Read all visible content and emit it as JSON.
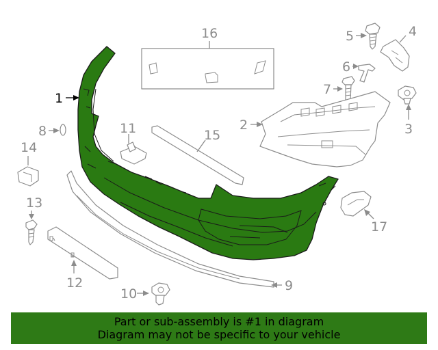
{
  "diagram": {
    "callouts": [
      {
        "id": "1",
        "label": "1",
        "highlighted": true
      },
      {
        "id": "2",
        "label": "2"
      },
      {
        "id": "3",
        "label": "3"
      },
      {
        "id": "4",
        "label": "4"
      },
      {
        "id": "5",
        "label": "5"
      },
      {
        "id": "6",
        "label": "6"
      },
      {
        "id": "7",
        "label": "7"
      },
      {
        "id": "8",
        "label": "8"
      },
      {
        "id": "9",
        "label": "9"
      },
      {
        "id": "10",
        "label": "10"
      },
      {
        "id": "11",
        "label": "11"
      },
      {
        "id": "12",
        "label": "12"
      },
      {
        "id": "13",
        "label": "13"
      },
      {
        "id": "14",
        "label": "14"
      },
      {
        "id": "15",
        "label": "15"
      },
      {
        "id": "16",
        "label": "16"
      },
      {
        "id": "17",
        "label": "17"
      }
    ],
    "highlight_color": "#2e7a16",
    "line_color": "#8c8c8c"
  },
  "footer": {
    "line1": "Part or sub-assembly is #1 in diagram",
    "line2": "Diagram may not be specific to your vehicle",
    "background": "#2e7a16"
  }
}
